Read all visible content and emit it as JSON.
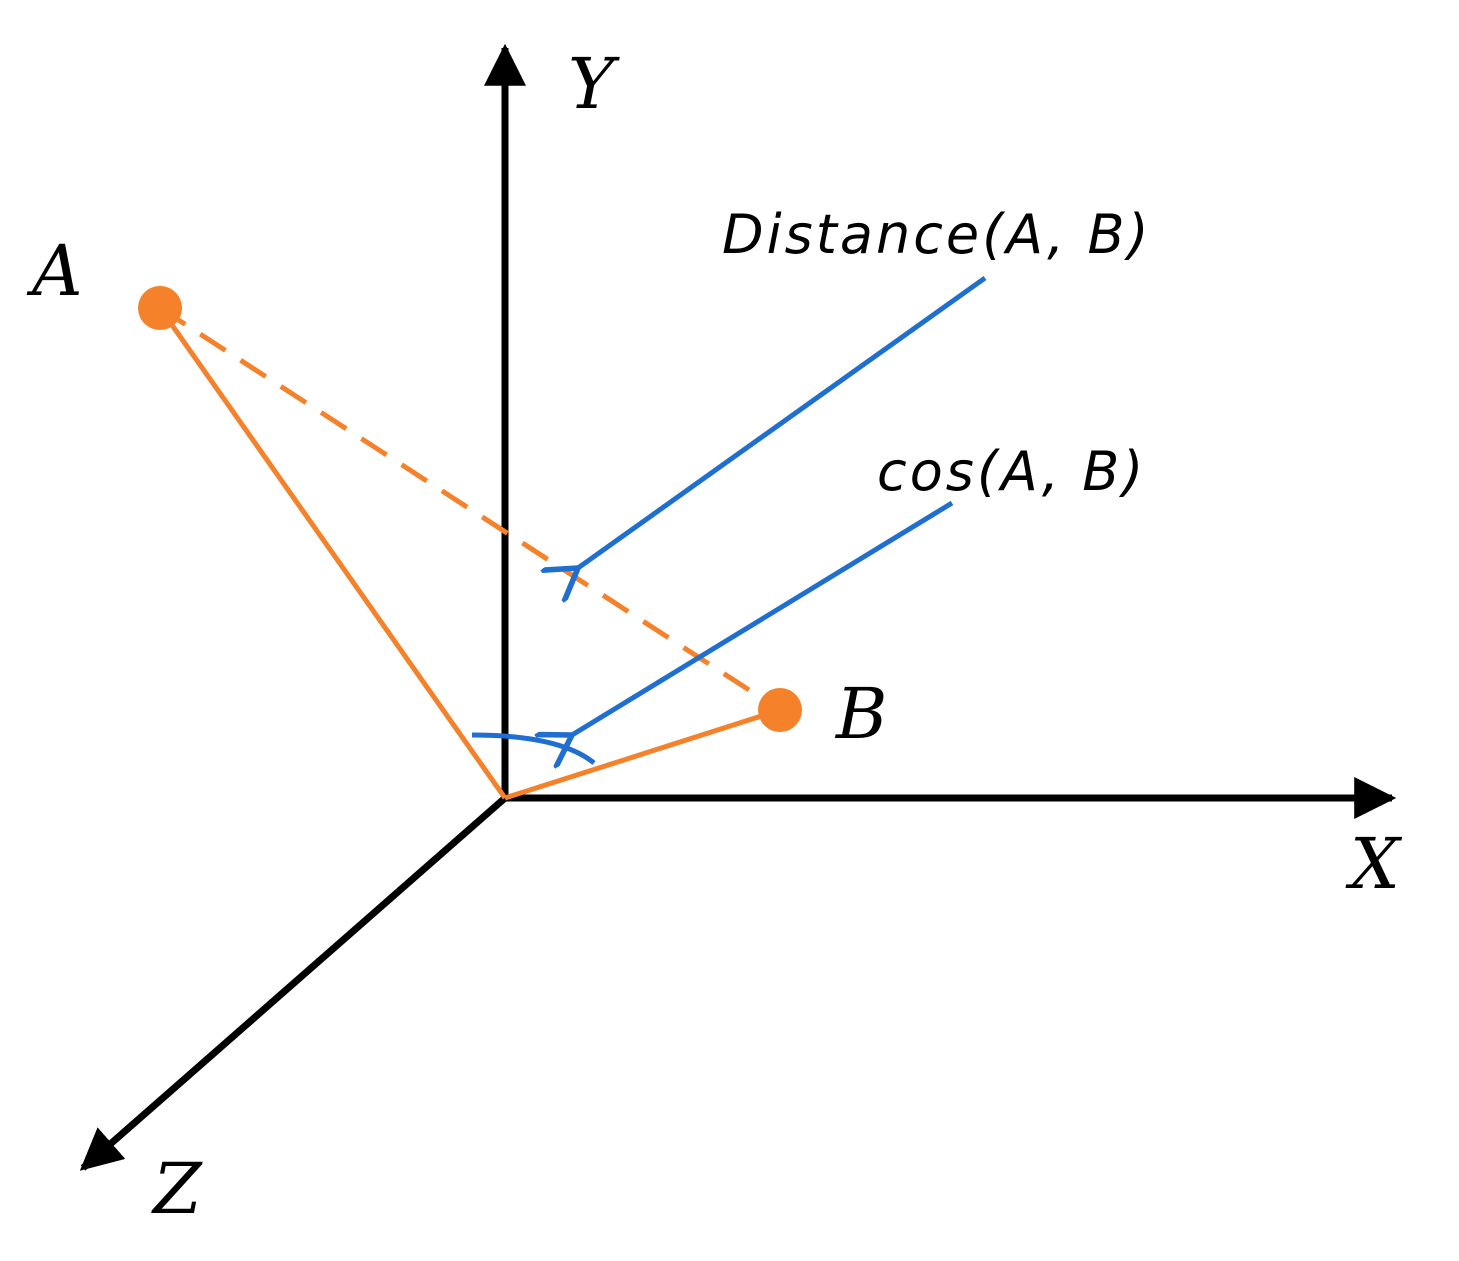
{
  "axes": {
    "x_label": "X",
    "y_label": "Y",
    "z_label": "Z"
  },
  "points": {
    "a_label": "A",
    "b_label": "B"
  },
  "annotations": {
    "distance_label": "Distance(A, B)",
    "cosine_label": "cos(A, B)"
  },
  "colors": {
    "axis": "#000000",
    "vector": "#f5822a",
    "annotation_arrow": "#1f6fd1"
  }
}
